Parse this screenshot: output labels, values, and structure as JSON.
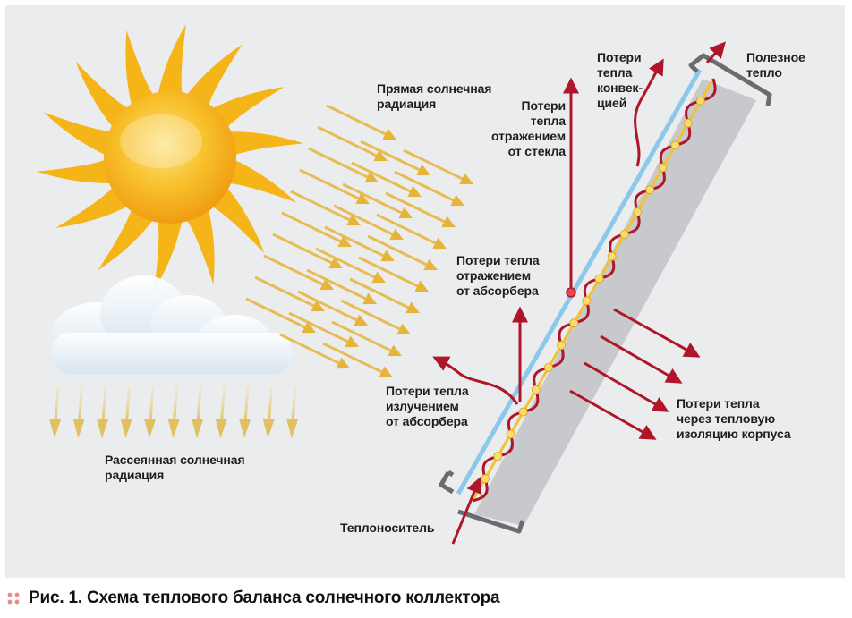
{
  "labels": {
    "direct": "Прямая солнечная\nрадиация",
    "diffuse": "Рассеянная солнечная\nрадиация",
    "glass_loss": "Потери\nтепла\nотражением\nот стекла",
    "convection_loss": "Потери\nтепла\nконвек-\nцией",
    "useful_heat": "Полезное\nтепло",
    "absorber_reflection": "Потери тепла\nотражением\nот абсорбера",
    "absorber_radiation": "Потери тепла\nизлучением\nот абсорбера",
    "insulation_loss": "Потери тепла\nчерез тепловую\nизоляцию корпуса",
    "coolant": "Теплоноситель"
  },
  "caption": "Рис. 1. Схема теплового баланса солнечного коллектора",
  "colors": {
    "background": "#ebecee",
    "sun": "#f5b519",
    "radiation_arrows": "#e7b43a",
    "loss_arrows": "#b0162a",
    "glass": "#8cc8ec",
    "absorber": "#f1c232",
    "insulation": "#c7c9cc",
    "frame": "#6a6c6e",
    "caption_dots": "#e8898f"
  },
  "icons": [
    "sun-icon",
    "cloud-icon"
  ]
}
